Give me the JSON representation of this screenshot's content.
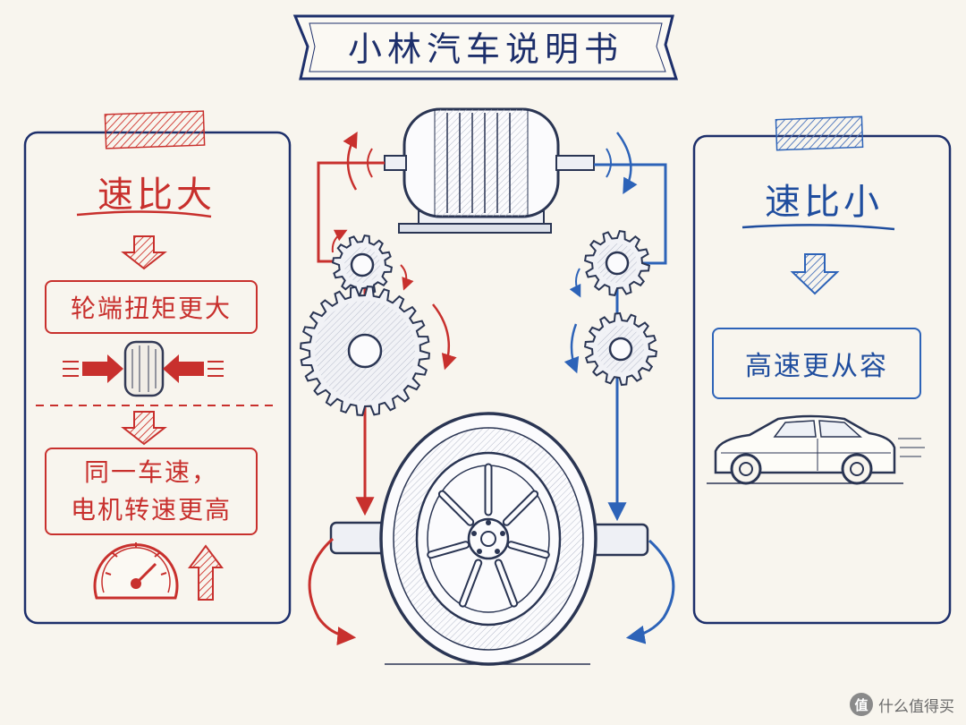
{
  "title": "小林汽车说明书",
  "left_panel": {
    "heading": "速比大",
    "box1": "轮端扭矩更大",
    "box2_line1": "同一车速，",
    "box2_line2": "电机转速更高",
    "accent_color": "#c8302d",
    "icons": [
      "down-arrow-icon",
      "tire-compression-icon",
      "speedometer-icon",
      "up-arrow-icon"
    ]
  },
  "right_panel": {
    "heading": "速比小",
    "box1": "高速更从容",
    "accent_color": "#1f4d9e",
    "icons": [
      "down-arrow-icon",
      "sedan-car-icon"
    ]
  },
  "watermark": {
    "logo_glyph": "值",
    "text": "什么值得买"
  }
}
